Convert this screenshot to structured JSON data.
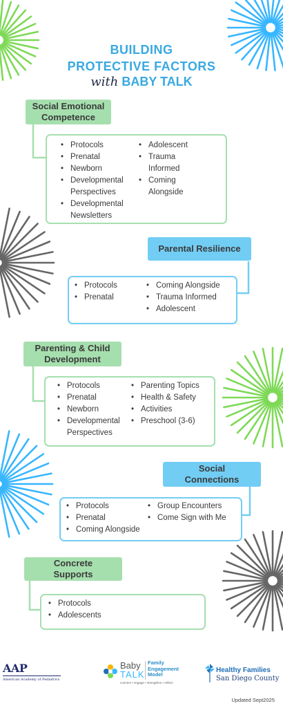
{
  "title": {
    "line1": "BUILDING",
    "line2": "PROTECTIVE FACTORS",
    "with": "with",
    "line3": "BABY TALK"
  },
  "colors": {
    "green": "#a6dfae",
    "blue": "#72cdf4",
    "title_blue": "#39a9e0",
    "burst_green": "#7ed957",
    "burst_blue": "#38b6ff",
    "burst_gray": "#666666"
  },
  "sections": {
    "sec": {
      "label_l1": "Social Emotional",
      "label_l2": "Competence",
      "col1": [
        "Protocols",
        "Prenatal",
        "Newborn",
        "Developmental",
        "Perspectives",
        "Developmental",
        "Newsletters"
      ],
      "col2": [
        "Adolescent",
        "Trauma",
        "Informed",
        "Coming",
        "Alongside"
      ]
    },
    "pr": {
      "label": "Parental Resilience",
      "col1": [
        "Protocols",
        "Prenatal"
      ],
      "col2": [
        "Coming Alongside",
        "Trauma Informed",
        "Adolescent"
      ]
    },
    "pcd": {
      "label_l1": "Parenting & Child",
      "label_l2": "Development",
      "col1": [
        "Protocols",
        "Prenatal",
        "Newborn",
        "Developmental",
        "Perspectives"
      ],
      "col2": [
        "Parenting Topics",
        "Health & Safety",
        "Activities",
        "Preschool (3-6)"
      ]
    },
    "sc": {
      "label_l1": "Social",
      "label_l2": "Connections",
      "col1": [
        "Protocols",
        "Prenatal",
        "Coming Alongside"
      ],
      "col2": [
        "Group Encounters",
        "Come Sign with Me"
      ]
    },
    "cs": {
      "label_l1": "Concrete",
      "label_l2": "Supports",
      "col1": [
        "Protocols",
        "Adolescents"
      ]
    }
  },
  "logos": {
    "aap": {
      "mark": "AAP",
      "sub": "American Academy of Pediatrics"
    },
    "babytalk": {
      "baby": "Baby",
      "talk": "TALK",
      "fem1": "Family",
      "fem2": "Engagement",
      "fem3": "Model",
      "tagline": "connect • engage • strengthen • reflect"
    },
    "hf": {
      "l1": "Healthy Families",
      "l2": "San Diego County"
    }
  },
  "footer": {
    "updated": "Updated Sept2025"
  }
}
